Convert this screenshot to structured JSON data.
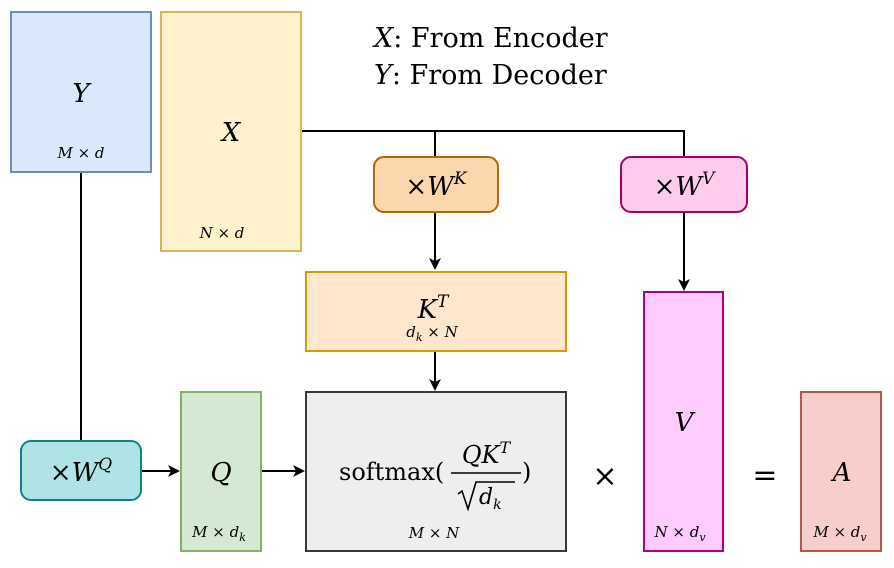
{
  "legend": {
    "x_symbol": "X",
    "x_text": ": From Encoder",
    "y_symbol": "Y",
    "y_text": ": From Decoder"
  },
  "boxes": {
    "y": {
      "label": "Y",
      "dim": "M × d",
      "fill": "#dae8fc",
      "stroke": "#6c8ebf"
    },
    "x": {
      "label": "X",
      "dim": "N × d",
      "fill": "#fff2cc",
      "stroke": "#d6b656"
    },
    "wk": {
      "times": "×",
      "label": "W",
      "sup": "K",
      "fill": "#fad7ac",
      "stroke": "#b46504"
    },
    "wv": {
      "times": "×",
      "label": "W",
      "sup": "V",
      "fill": "#ffccee",
      "stroke": "#a50064"
    },
    "kt": {
      "label": "K",
      "sup": "T",
      "dim_a": "d",
      "dim_a_sub": "k",
      "dim_b": " × N",
      "fill": "#ffe6cc",
      "stroke": "#d79b00"
    },
    "wq": {
      "times": "×",
      "label": "W",
      "sup": "Q",
      "fill": "#b0e3e6",
      "stroke": "#0e8088"
    },
    "q": {
      "label": "Q",
      "dim_a": "M × d",
      "dim_sub": "k",
      "fill": "#d5e8d4",
      "stroke": "#82b366"
    },
    "softmax": {
      "func": "softmax(",
      "num": "QK",
      "num_sup": "T",
      "den": "d",
      "den_sub": "k",
      "close": ")",
      "dim": "M × N",
      "fill": "#eeeeee",
      "stroke": "#36393d"
    },
    "v": {
      "label": "V",
      "dim_a": "N × d",
      "dim_sub": "v",
      "fill": "#ffccff",
      "stroke": "#b0007a"
    },
    "a": {
      "label": "A",
      "dim_a": "M × d",
      "dim_sub": "v",
      "fill": "#f8cecc",
      "stroke": "#b85450"
    }
  },
  "operators": {
    "times": "×",
    "equals": "="
  }
}
